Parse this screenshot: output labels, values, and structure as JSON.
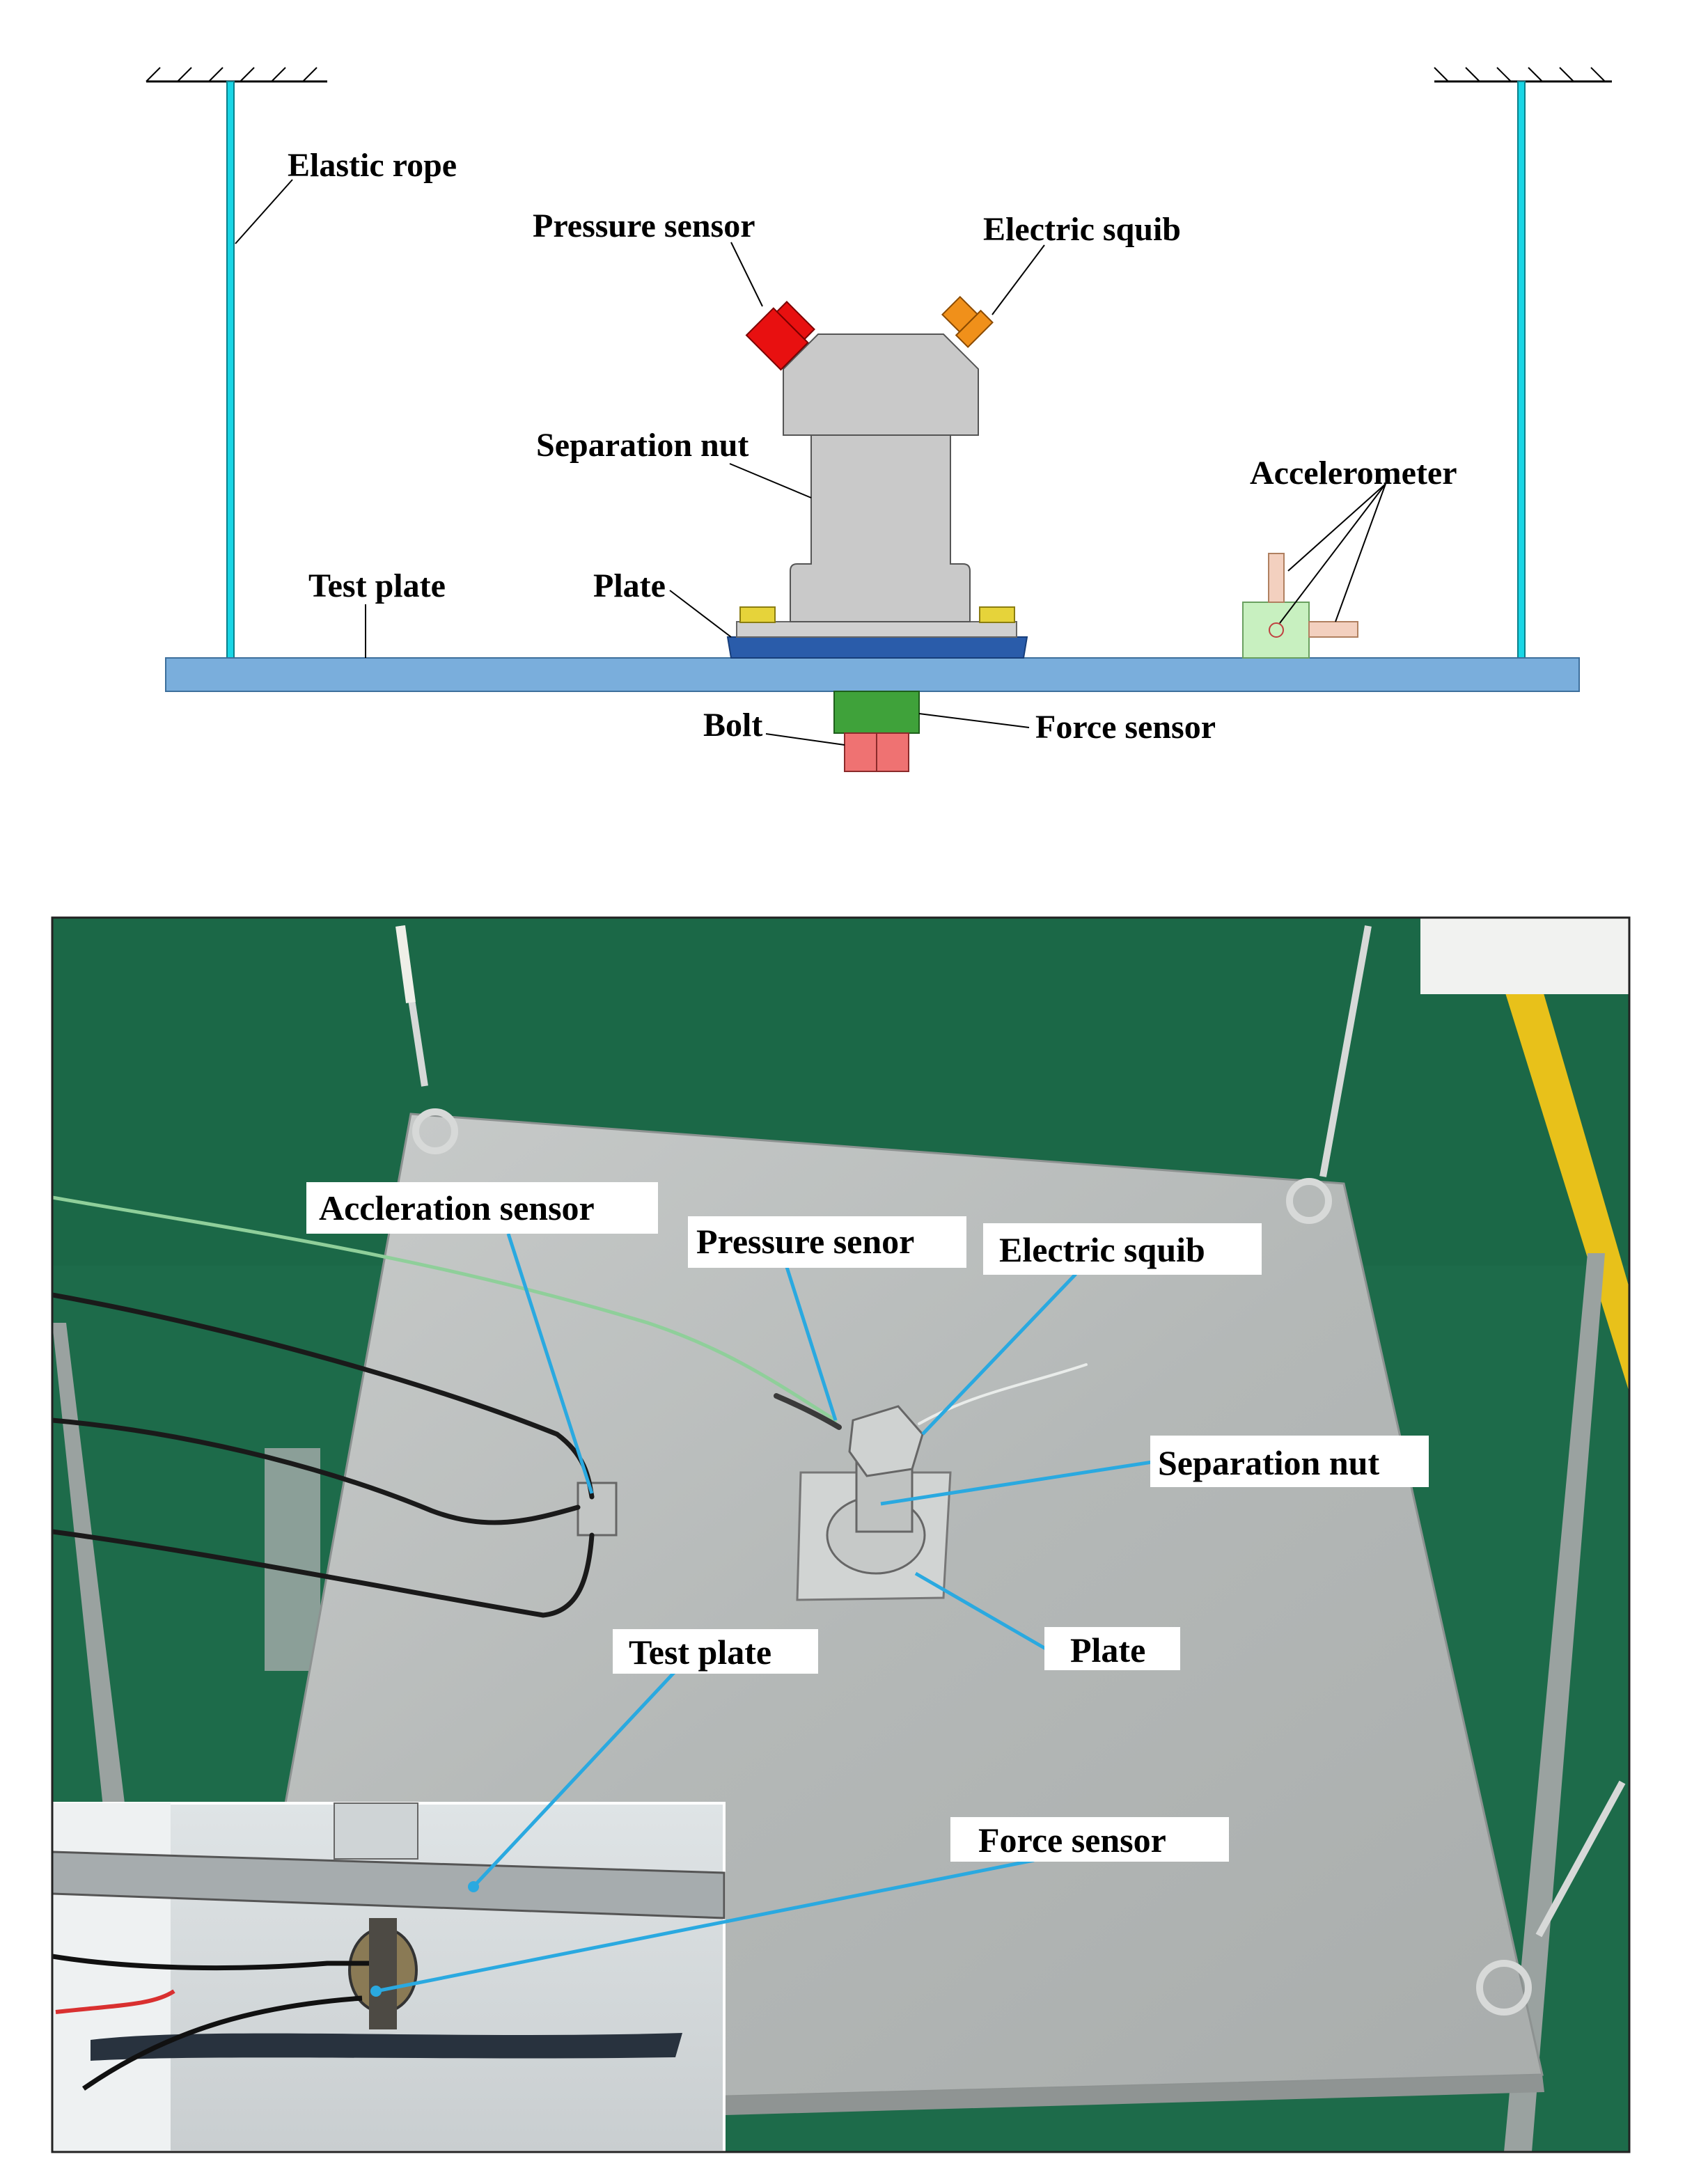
{
  "diagram": {
    "labels": {
      "elastic_rope": "Elastic rope",
      "pressure_sensor": "Pressure sensor",
      "electric_squib": "Electric squib",
      "separation_nut": "Separation nut",
      "accelerometer": "Accelerometer",
      "test_plate": "Test plate",
      "plate": "Plate",
      "bolt": "Bolt",
      "force_sensor": "Force sensor"
    },
    "colors": {
      "rope": "#19d6e6",
      "test_plate": "#7aaedc",
      "plate": "#2a5caa",
      "nut_body": "#c9c9c9",
      "pressure_sensor": "#e81010",
      "electric_squib": "#f0901a",
      "force_sensor": "#3fa23a",
      "bolt": "#ef7272",
      "bolt_head": "#e6d33a",
      "accelerometer": "#c8f0c0"
    }
  },
  "photo": {
    "labels": {
      "acceleration_sensor": "Accleration sensor",
      "pressure_sensor": "Pressure senor",
      "electric_squib": "Electric squib",
      "separation_nut": "Separation nut",
      "plate": "Plate",
      "test_plate": "Test plate",
      "force_sensor": "Force sensor"
    },
    "colors": {
      "leader": "#2aa9e0",
      "floor": "#1d6b4a",
      "plate_metal": "#b9bcbb",
      "floor_line": "#e8c11a"
    }
  }
}
